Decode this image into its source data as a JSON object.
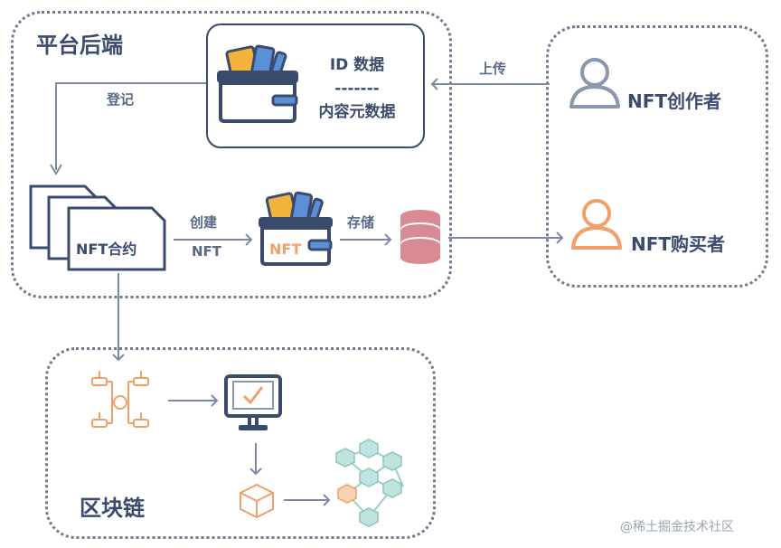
{
  "platform": {
    "title": "平台后端",
    "id_data": "ID 数据",
    "separator": "-------",
    "meta_data": "内容元数据",
    "register_label": "登记",
    "contract_label": "NFT合约",
    "create_label_1": "创建",
    "create_label_2": "NFT",
    "wallet_text": "NFT",
    "store_label": "存储"
  },
  "users": {
    "upload_label": "上传",
    "creator_label": "NFT创作者",
    "buyer_label": "NFT购买者"
  },
  "blockchain": {
    "title": "区块链"
  },
  "watermark": "@稀土掘金技术社区",
  "colors": {
    "navy": "#3b4b6e",
    "orange": "#f0a06a",
    "yellow": "#f2b33d",
    "blue": "#5b8fd6",
    "db_pink": "#d98a92",
    "teal": "#9ccfc8",
    "arrow": "#7c8aa5"
  }
}
